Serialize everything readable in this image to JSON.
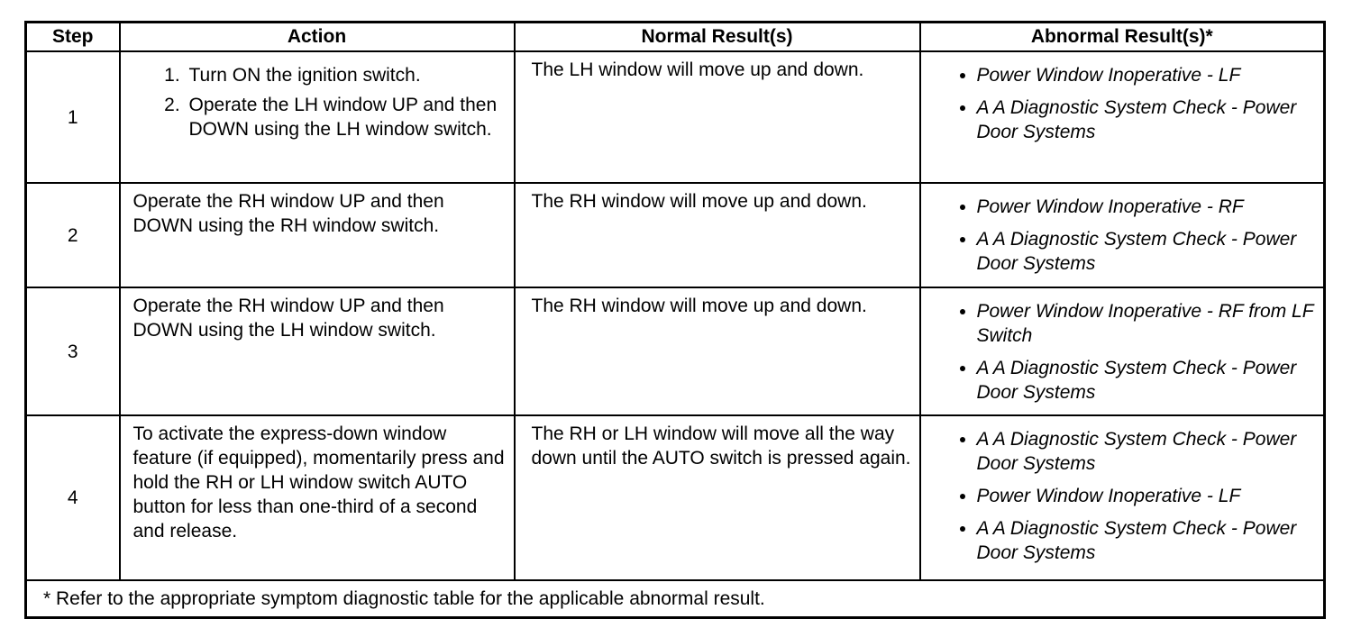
{
  "table": {
    "headers": {
      "step": "Step",
      "action": "Action",
      "normal": "Normal Result(s)",
      "abnormal": "Abnormal Result(s)*"
    },
    "rows": [
      {
        "step": "1",
        "action_steps": [
          "Turn ON the ignition switch.",
          "Operate the LH window UP and then DOWN using the LH window switch."
        ],
        "normal": "The LH window will move up and down.",
        "abnormal": [
          "Power Window Inoperative - LF",
          "A A Diagnostic System Check - Power Door Systems"
        ]
      },
      {
        "step": "2",
        "action": "Operate the RH window UP and then DOWN using the RH window switch.",
        "normal": "The RH window will move up and down.",
        "abnormal": [
          "Power Window Inoperative - RF",
          "A A Diagnostic System Check - Power Door Systems"
        ]
      },
      {
        "step": "3",
        "action": "Operate the RH window UP and then DOWN using the LH window switch.",
        "normal": "The RH window will move up and down.",
        "abnormal": [
          "Power Window Inoperative - RF from LF Switch",
          "A A Diagnostic System Check - Power Door Systems"
        ]
      },
      {
        "step": "4",
        "action": "To activate the express-down window feature (if equipped), momentarily press and hold the RH or LH window switch AUTO button for less than one-third of a second and release.",
        "normal": "The RH or LH window will move all the way down until the AUTO switch is pressed again.",
        "abnormal": [
          "A A Diagnostic System Check - Power Door Systems",
          "Power Window Inoperative - LF",
          "A A Diagnostic System Check - Power Door Systems"
        ]
      }
    ],
    "footnote": "* Refer to the appropriate symptom diagnostic table for the applicable abnormal result."
  }
}
